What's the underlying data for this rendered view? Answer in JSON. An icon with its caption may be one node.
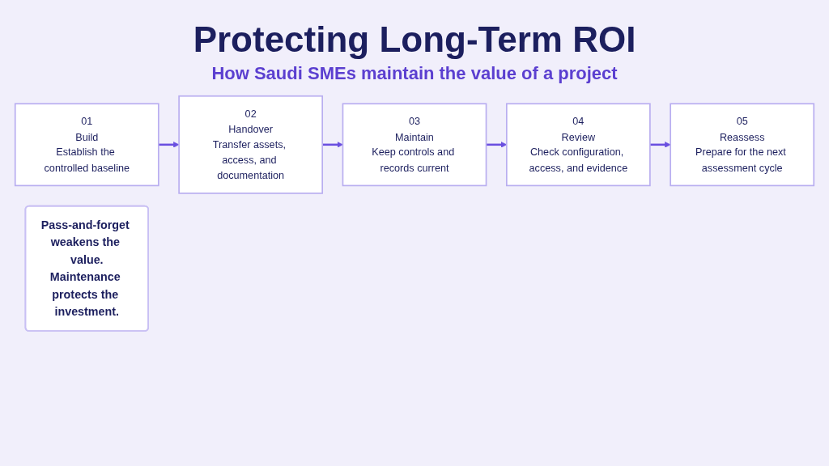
{
  "diagram": {
    "title": "Protecting Long-Term ROI",
    "caption": "How Saudi SMEs maintain the value of a project",
    "nodes": [
      {
        "text": [
          "01",
          "Build",
          "Establish the controlled baseline"
        ]
      },
      {
        "text": [
          "02",
          "Handover",
          "Transfer assets, access, and documentation"
        ]
      },
      {
        "text": [
          "03",
          "Maintain",
          "Keep controls and records current"
        ]
      },
      {
        "text": [
          "04",
          "Review",
          "Check configuration, access, and evidence"
        ]
      },
      {
        "text": [
          "05",
          "Reassess",
          "Prepare for the next assessment cycle"
        ]
      },
      {
        "text": [
          "Pass-and-forget weakens the value.",
          "Maintenance protects the investment."
        ]
      }
    ],
    "edges": [
      {
        "from": 0,
        "to": 1,
        "arrow": "to"
      },
      {
        "from": 1,
        "to": 2,
        "arrow": "to"
      },
      {
        "from": 2,
        "to": 3,
        "arrow": "to"
      },
      {
        "from": 3,
        "to": 4,
        "arrow": "to"
      }
    ]
  }
}
